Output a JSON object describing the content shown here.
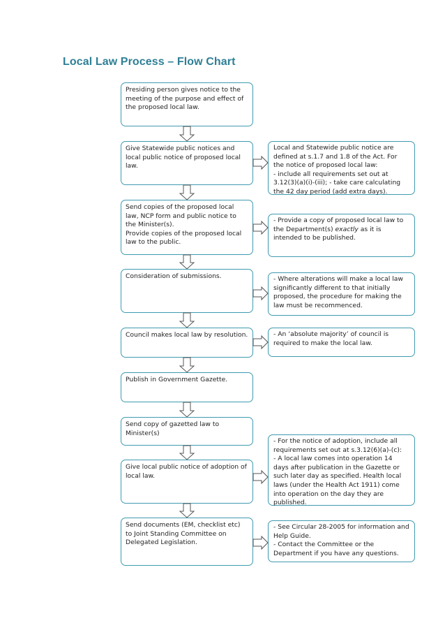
{
  "title": "Local Law Process – Flow Chart",
  "steps": [
    "Presiding person gives notice to the meeting of the purpose and effect of the proposed local law.",
    "Give Statewide public notices and local public notice of proposed local law.",
    "Send copies of the proposed local law, NCP form and public notice to the Minister(s).\nProvide copies of the proposed local law to the public.",
    "Consideration of submissions.",
    "Council makes local law by resolution.",
    "Publish in Government Gazette.",
    "Send copy of gazetted law to Minister(s)",
    "Give local public notice of adoption of local law.",
    "Send documents (EM, checklist etc) to Joint Standing Committee on Delegated Legislation."
  ],
  "notes": {
    "statewide": "Local and Statewide public notice are defined at s.1.7 and 1.8 of the Act. For the notice of proposed local law:\n- include all requirements set out at 3.12(3)(a)(i)-(iii); - take care calculating the 42 day period (add extra days).",
    "copy_pre": "- Provide a copy of proposed local law to the Department(s) ",
    "copy_em": "exactly",
    "copy_post": " as it is intended to be published.",
    "alterations": "- Where alterations will make a local law significantly different to that initially proposed, the procedure for making the law must be recommenced.",
    "majority": "- An ‘absolute majority’ of council is required to make the local law.",
    "adoption": "- For the notice of adoption, include all requirements set out at s.3.12(6)(a)-(c):\n- A local law comes into operation 14 days after publication in the Gazette or such later day as specified. Health local laws (under the Health Act 1911) come into operation on the day they are published.",
    "circular": "- See Circular 28-2005 for information and Help Guide.\n- Contact the Committee or the Department if you have any questions."
  },
  "colors": {
    "title": "#2e7f96",
    "border": "#3f9ab0",
    "arrow": "#555555"
  }
}
